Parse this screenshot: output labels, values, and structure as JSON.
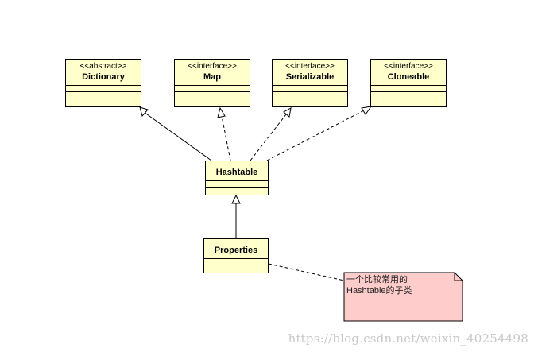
{
  "classes": [
    {
      "id": "dictionary",
      "stereotype": "<<abstract>>",
      "name": "Dictionary"
    },
    {
      "id": "map",
      "stereotype": "<<interface>>",
      "name": "Map"
    },
    {
      "id": "serializable",
      "stereotype": "<<interface>>",
      "name": "Serializable"
    },
    {
      "id": "cloneable",
      "stereotype": "<<interface>>",
      "name": "Cloneable"
    },
    {
      "id": "hashtable",
      "stereotype": "",
      "name": "Hashtable"
    },
    {
      "id": "properties",
      "stereotype": "",
      "name": "Properties"
    }
  ],
  "relations": [
    {
      "from": "hashtable",
      "to": "dictionary",
      "type": "generalization"
    },
    {
      "from": "hashtable",
      "to": "map",
      "type": "realization"
    },
    {
      "from": "hashtable",
      "to": "serializable",
      "type": "realization"
    },
    {
      "from": "hashtable",
      "to": "cloneable",
      "type": "realization"
    },
    {
      "from": "properties",
      "to": "hashtable",
      "type": "generalization"
    }
  ],
  "note": {
    "lines": [
      "一个比较常用的",
      "Hashtable的子类"
    ],
    "attached_to": "properties",
    "fill": "#ffcccc"
  },
  "watermark": "https://blog.csdn.net/weixin_40254498",
  "colors": {
    "class_fill": "#ffffcc",
    "line": "#000000",
    "note_fill": "#ffcccc"
  }
}
